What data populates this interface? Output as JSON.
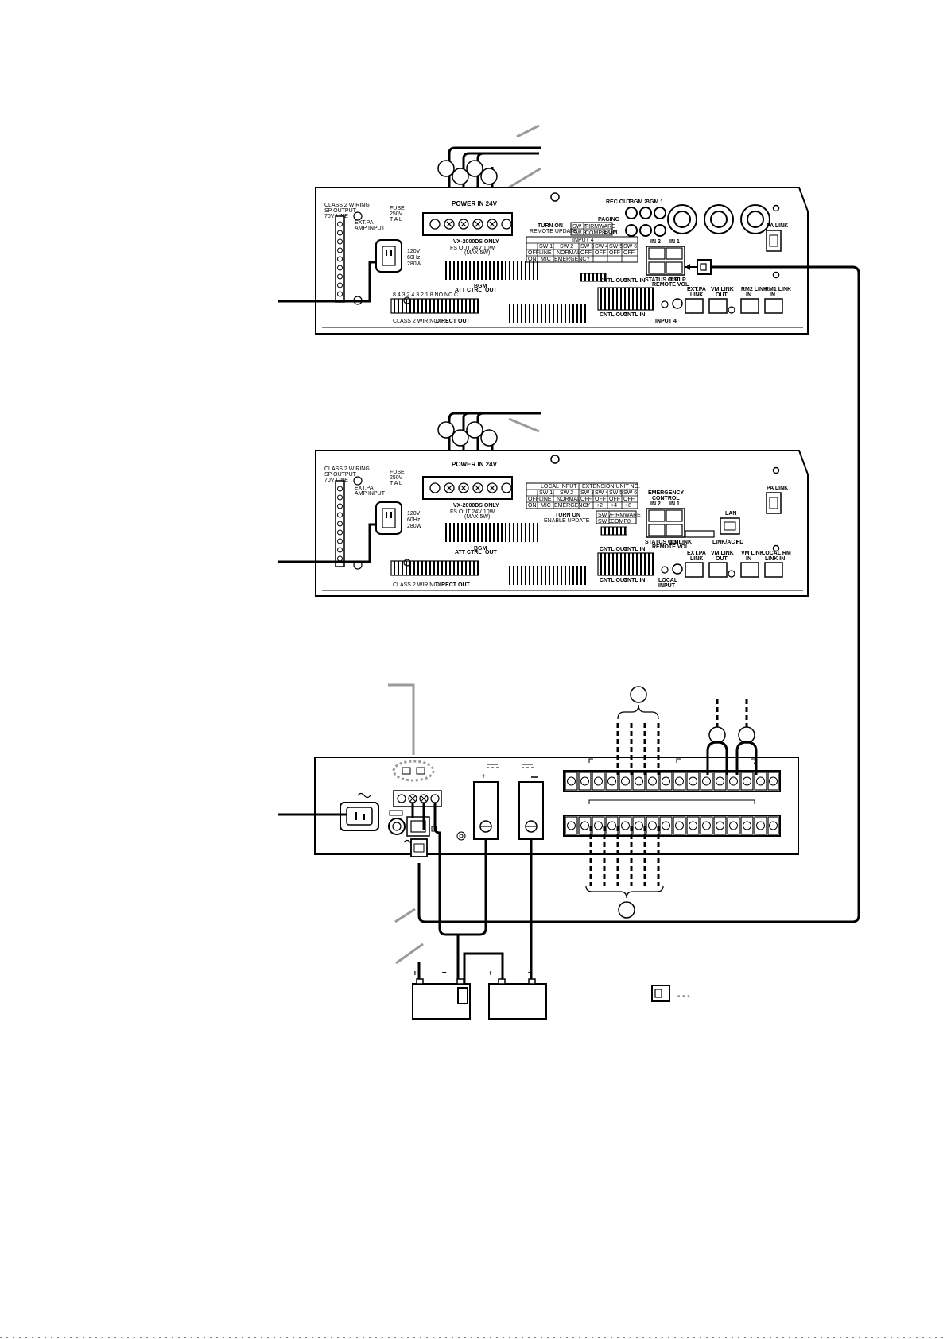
{
  "unit1": {
    "class2": [
      "CLASS 2 WIRING",
      "SP OUTPUT",
      "70V LINE"
    ],
    "ext_pa_amp_input": [
      "EXT.PA",
      "AMP INPUT"
    ],
    "fuse": [
      "FUSE",
      "250V",
      "T A L"
    ],
    "ac_in": [
      "120V",
      "60Hz",
      "280W"
    ],
    "power_in": "POWER IN 24V",
    "vx_only": "VX-2000DS ONLY",
    "fs_out": "FS OUT 24V 10W",
    "fs_out2": "(MAX.5W)",
    "turn_on": [
      "TURN ON",
      "REMOTE UPDATE"
    ],
    "sw_firmware": [
      "SW 7",
      "FIRMWARE",
      "SW 8",
      "COMP8"
    ],
    "input4": "INPUT 4",
    "switch_table": {
      "header": [
        "SW 1",
        "SW 2",
        "SW 3",
        "SW 4",
        "SW 5",
        "SW 6"
      ],
      "rows": [
        [
          "OFF",
          "LINE",
          "NORMAL",
          "OFF",
          "OFF",
          "OFF",
          "OFF"
        ],
        [
          "ON",
          "MIC",
          "EMERGENCY",
          "",
          "",
          "",
          ""
        ]
      ]
    },
    "rec_out": "REC OUT",
    "bgm2": "BGM 2",
    "bgm1": "BGM 1",
    "paging": "PAGING",
    "bgm": "BGM",
    "pa_link": "PA LINK",
    "in2": "IN 2",
    "in1": "IN 1",
    "status_out": "STATUS OUT",
    "ds_lp": "DS LP",
    "cntl_out": "CNTL OUT",
    "cntl_in": "CNTL IN",
    "remote_vol": "REMOTE VOL",
    "input_4": "INPUT 4",
    "ext_pa_link": [
      "EXT.PA",
      "LINK"
    ],
    "vm_link_out": [
      "VM LINK",
      "OUT"
    ],
    "rm2_link_in": [
      "RM2 LINK",
      "IN"
    ],
    "rm1_link_in": [
      "RM1 LINK",
      "IN"
    ],
    "att_ctrl": "ATT CTRL",
    "class2_wiring": "CLASS 2 WIRING",
    "direct_out": "DIRECT OUT",
    "bgm_out": [
      "BGM",
      "OUT"
    ],
    "terminal_nums": "8 4 3 2 4 3 2 1 8 NO NC C"
  },
  "unit2": {
    "class2": [
      "CLASS 2 WIRING",
      "SP OUTPUT",
      "70V LINE"
    ],
    "ext_pa_amp_input": [
      "EXT.PA",
      "AMP INPUT"
    ],
    "fuse": [
      "FUSE",
      "250V",
      "T A L"
    ],
    "ac_in": [
      "120V",
      "60Hz",
      "280W"
    ],
    "power_in": "POWER IN 24V",
    "vx_only": "VX-2000DS ONLY",
    "fs_out": "FS OUT 24V 10W",
    "fs_out2": "(MAX.5W)",
    "local_input": "LOCAL INPUT",
    "extension_unit": "EXTENSION UNIT NO.",
    "switch_table": {
      "header": [
        "SW 1",
        "SW 2",
        "SW 3",
        "SW 4",
        "SW 5",
        "SW 6"
      ],
      "rows": [
        [
          "OFF",
          "LINE",
          "NORMAL",
          "OFF",
          "OFF",
          "OFF",
          "OFF"
        ],
        [
          "ON",
          "MIC",
          "EMERGENCY",
          "+1",
          "+2",
          "+4",
          "+8"
        ]
      ]
    },
    "turn_on": [
      "TURN ON",
      "ENABLE UPDATE"
    ],
    "sw_firmware": [
      "SW 7",
      "FIRMWARE",
      "SW 8",
      "COMP8"
    ],
    "emergency_control": [
      "EMERGENCY",
      "CONTROL"
    ],
    "in2": "IN 2",
    "in1": "IN 1",
    "status_out": "STATUS OUT",
    "ds_link": "DS LINK",
    "lan": "LAN",
    "link_act": "LINK/ACT",
    "fd": "FD",
    "pa_link": "PA LINK",
    "cntl_out": "CNTL OUT",
    "cntl_in": "CNTL IN",
    "remote_vol": "REMOTE VOL",
    "local_input2": [
      "LOCAL",
      "INPUT"
    ],
    "ext_pa_link": [
      "EXT.PA",
      "LINK"
    ],
    "vm_link_out": [
      "VM LINK",
      "OUT"
    ],
    "vm_link_in": [
      "VM LINK",
      "IN"
    ],
    "local_rm_link_in": [
      "LOCAL RM",
      "LINK IN"
    ],
    "att_ctrl": "ATT CTRL",
    "class2_wiring": "CLASS 2 WIRING",
    "direct_out": "DIRECT OUT",
    "bgm_out": [
      "BGM",
      "OUT"
    ]
  },
  "charger": {
    "legend_dash": "- - -"
  }
}
